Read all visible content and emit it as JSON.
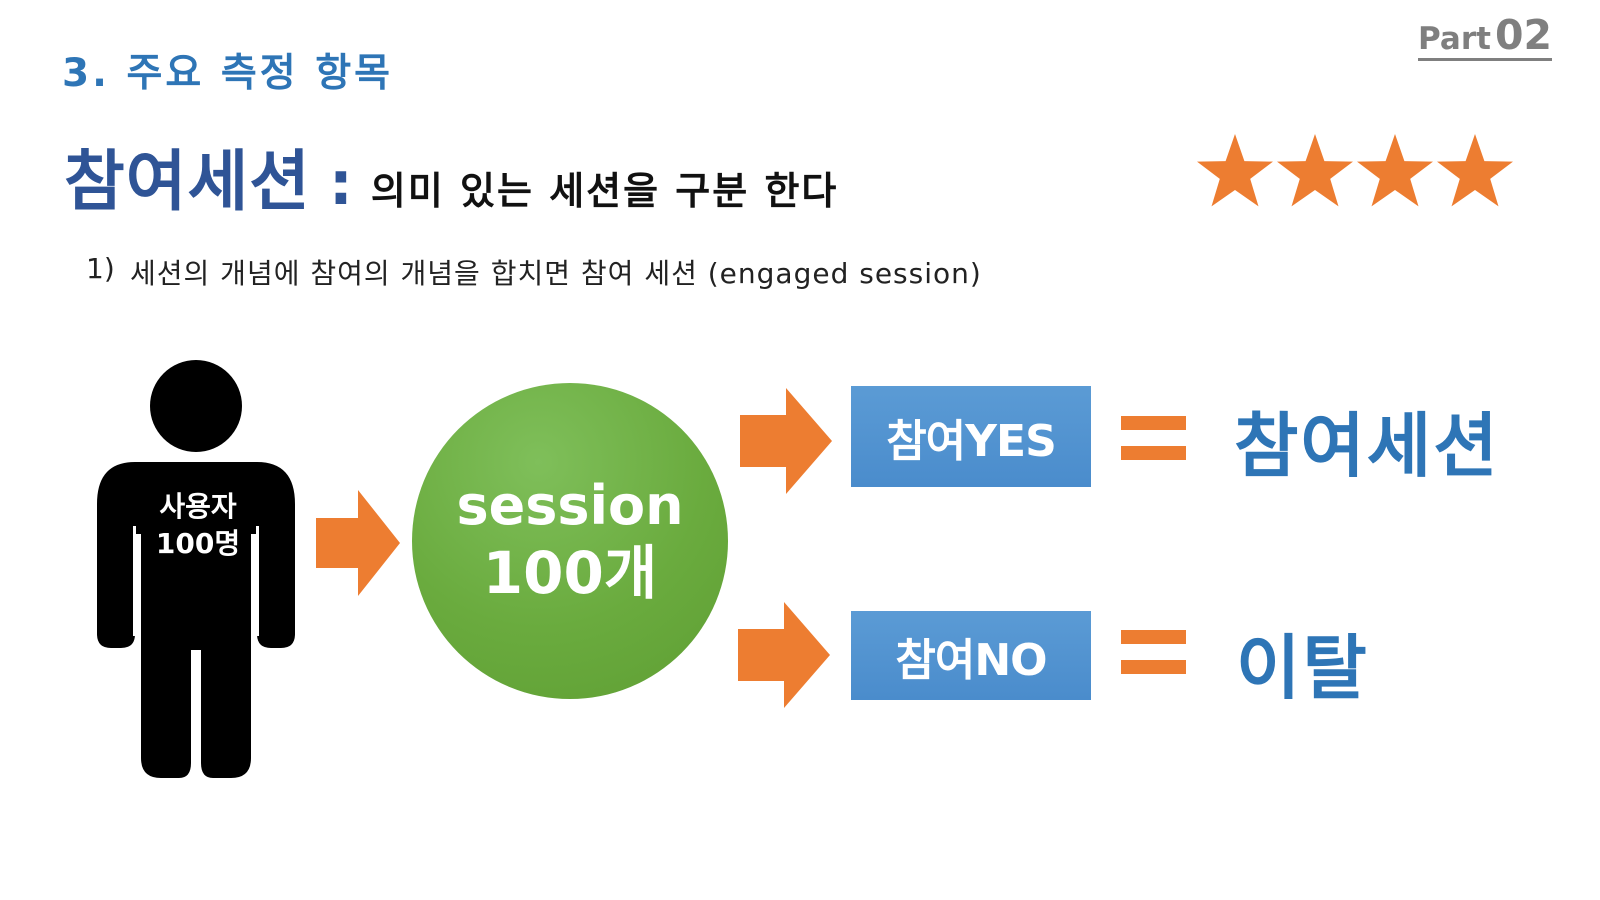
{
  "header": {
    "section_label": "3. 주요 측정 항목",
    "part_word": "Part",
    "part_number": "02"
  },
  "title": {
    "main": "참여세션",
    "colon": ":",
    "subtitle": "의미 있는 세션을 구분 한다"
  },
  "importance": {
    "stars": 4,
    "color": "#ed7d31"
  },
  "list": {
    "number": "1)",
    "text": "세션의 개념에 참여의 개념을 합치면 참여 세션 (engaged session)"
  },
  "diagram": {
    "user": {
      "line1": "사용자",
      "line2": "100명"
    },
    "session": {
      "line1": "session",
      "line2": "100개"
    },
    "yes_box": "참여YES",
    "no_box": "참여NO",
    "yes_result": "참여세션",
    "no_result": "이탈"
  },
  "colors": {
    "accent_blue": "#2e75b6",
    "title_blue": "#2f5496",
    "arrow_orange": "#ed7d31",
    "circle_green": "#6aab3e",
    "box_blue": "#5b9bd5"
  }
}
